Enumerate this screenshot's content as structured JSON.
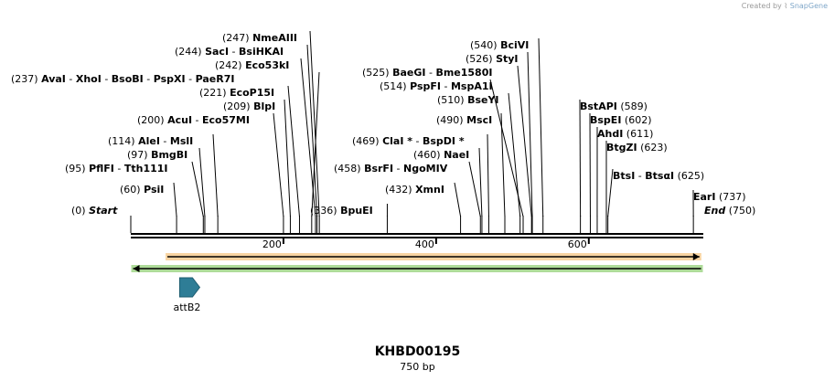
{
  "credit": {
    "prefix": "Created by",
    "brand": "SnapGene"
  },
  "title": "KHBD00195",
  "size": "750 bp",
  "length": 750,
  "ticks": [
    200,
    400,
    600
  ],
  "ends": [
    {
      "name": "Start",
      "pos": 0
    },
    {
      "name": "End",
      "pos": 750
    }
  ],
  "sites": [
    {
      "pos": 0,
      "names": [
        "Start"
      ]
    },
    {
      "pos": 60,
      "names": [
        "PsiI"
      ]
    },
    {
      "pos": 95,
      "names": [
        "PflFI",
        "Tth111I"
      ]
    },
    {
      "pos": 97,
      "names": [
        "BmgBI"
      ]
    },
    {
      "pos": 114,
      "names": [
        "AleI",
        "MslI"
      ]
    },
    {
      "pos": 200,
      "names": [
        "AcuI",
        "Eco57MI"
      ]
    },
    {
      "pos": 209,
      "names": [
        "BlpI"
      ]
    },
    {
      "pos": 221,
      "names": [
        "EcoP15I"
      ]
    },
    {
      "pos": 237,
      "names": [
        "AvaI",
        "XhoI",
        "BsoBI",
        "PspXI",
        "PaeR7I"
      ]
    },
    {
      "pos": 242,
      "names": [
        "Eco53kI"
      ]
    },
    {
      "pos": 244,
      "names": [
        "SacI",
        "BsiHKAI"
      ]
    },
    {
      "pos": 247,
      "names": [
        "NmeAIII"
      ]
    },
    {
      "pos": 336,
      "names": [
        "BpuEI"
      ]
    },
    {
      "pos": 432,
      "names": [
        "XmnI"
      ]
    },
    {
      "pos": 458,
      "names": [
        "BsrFI",
        "NgoMIV"
      ]
    },
    {
      "pos": 460,
      "names": [
        "NaeI"
      ]
    },
    {
      "pos": 469,
      "names": [
        "ClaI *",
        "BspDI *"
      ]
    },
    {
      "pos": 490,
      "names": [
        "MscI"
      ]
    },
    {
      "pos": 510,
      "names": [
        "BseYI"
      ]
    },
    {
      "pos": 514,
      "names": [
        "PspFI",
        "MspA1I"
      ]
    },
    {
      "pos": 525,
      "names": [
        "BaeGI",
        "Bme1580I"
      ]
    },
    {
      "pos": 526,
      "names": [
        "StyI"
      ]
    },
    {
      "pos": 540,
      "names": [
        "BciVI"
      ]
    },
    {
      "pos": 589,
      "names": [
        "BstAPI"
      ]
    },
    {
      "pos": 602,
      "names": [
        "BspEI"
      ]
    },
    {
      "pos": 611,
      "names": [
        "AhdI"
      ]
    },
    {
      "pos": 623,
      "names": [
        "BtgZI"
      ]
    },
    {
      "pos": 625,
      "names": [
        "BtsI",
        "BtsαI"
      ]
    },
    {
      "pos": 737,
      "names": [
        "EarI"
      ]
    },
    {
      "pos": 750,
      "names": [
        "End"
      ]
    }
  ],
  "features": [
    {
      "name": "",
      "start": 48,
      "end": 745,
      "direction": "forward",
      "color": "#f0a030"
    },
    {
      "name": "",
      "start": 3,
      "end": 747,
      "direction": "reverse",
      "color": "#4caf1c"
    },
    {
      "name": "attB2",
      "start": 64,
      "end": 89,
      "direction": "forward",
      "color": "#2e7d96"
    }
  ]
}
